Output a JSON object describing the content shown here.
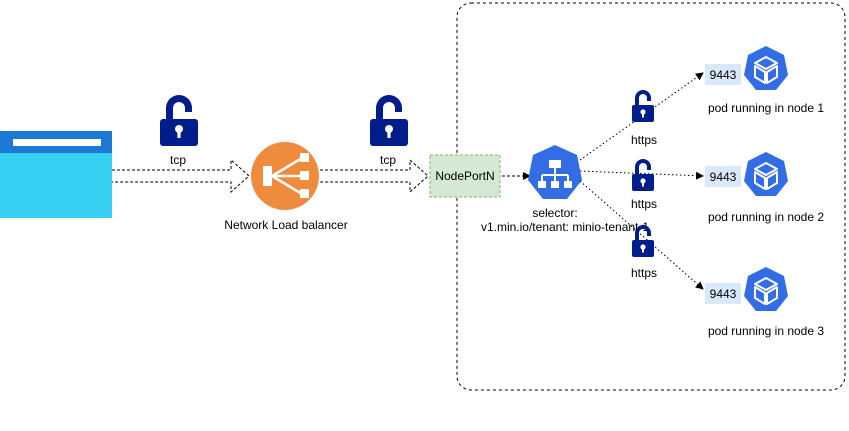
{
  "diagram": {
    "left_lock_label": "tcp",
    "middle_lock_label": "tcp",
    "load_balancer_label": "Network Load balancer",
    "nodeport_label": "NodePortN",
    "selector_label_line1": "selector:",
    "selector_label_line2": "v1.min.io/tenant: minio-tenant-1",
    "https_labels": [
      "https",
      "https",
      "https"
    ],
    "pods": [
      {
        "port": "9443",
        "label": "pod running in node 1"
      },
      {
        "port": "9443",
        "label": "pod running in node 2"
      },
      {
        "port": "9443",
        "label": "pod running in node 3"
      }
    ]
  },
  "colors": {
    "lock": "#001d8c",
    "load_balancer": "#f08a3c",
    "kubernetes_blue": "#326de6",
    "browser_top": "#1e78d6",
    "browser_body": "#38d0f2",
    "nodeport_fill": "#d5e8d4",
    "nodeport_border": "#82b366",
    "port_fill": "#dae8fc"
  },
  "icons": {
    "client": "browser-window-icon",
    "lock": "padlock-icon",
    "load_balancer": "load-balancer-icon",
    "service": "kubernetes-service-icon",
    "pod": "kubernetes-pod-icon"
  }
}
